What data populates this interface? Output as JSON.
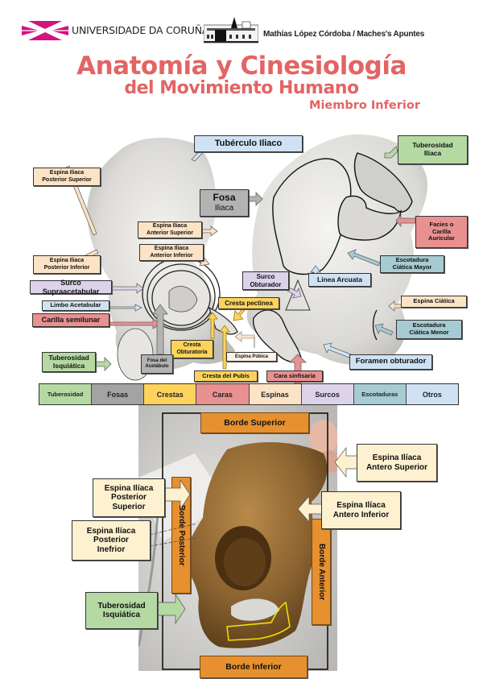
{
  "header": {
    "university": "UNIVERSIDADE DA CORUÑA",
    "author": "Mathías López Córdoba / Maches's Apuntes",
    "title_line1": "Anatomía y Cinesiología",
    "title_line2": "del Movimiento Humano",
    "subtitle": "Miembro Inferior",
    "logo_icon": "udc-logo-icon",
    "building_icon": "faculty-building-icon"
  },
  "colors": {
    "title": "#e36464",
    "logo": "#d4127e",
    "tuberosidad": "#b5d9a3",
    "fosas": "#b3b3b3",
    "crestas": "#fdd35c",
    "caras": "#e99090",
    "espinas": "#fde3c6",
    "surcos": "#dcd3eb",
    "escotaduras": "#a6cbd3",
    "otros": "#cfe2f3",
    "borde": "#e6902f",
    "outline_highlight": "#f2e600"
  },
  "diagram_labels": {
    "tuberculo_iliaco": "Tubérculo Iliaco",
    "tuberosidad_iliaca": "Tuberosidad\nIliaca",
    "espina_iliaca_post_sup": "Espina Iliaca\nPosterior Superior",
    "fosa_iliaca_title": "Fosa",
    "fosa_iliaca_sub": "Iliaca",
    "espina_iliaca_ant_sup": "Espina Iliaca\nAnterior Superior",
    "espina_iliaca_ant_inf": "Espina Iliaca\nAnterior Inferior",
    "espina_iliaca_post_inf": "Espina Iliaca\nPosterior Inferior",
    "facies_auricular": "Facies o\nCarilla\nAuricular",
    "escotadura_ciatica_mayor": "Escotadura\nCiática Mayor",
    "surco_obturador": "Surco\nObturador",
    "linea_arcuata": "Linea Arcuata",
    "surco_supraacetabular": "Surco Supraacetabular",
    "limbo_acetabular": "Limbo Acetabular",
    "cresta_pectinea": "Cresta pectinea",
    "espina_ciatica": "Espina Ciática",
    "carilla_semilunar": "Carilla semilunar",
    "escotadura_ciatica_menor": "Escotadura\nCiática Menor",
    "cresta_obturatoria": "Cresta\nObturatoria",
    "espina_pubica": "Espina Púbica",
    "tuberosidad_isquiatica": "Tuberosidad\nIsquiática",
    "fosa_acetabulo": "Fosa del\nAcetábulo",
    "cresta_pubis": "Cresta del Pubis",
    "cara_sinfisaria": "Cara sinfisaria",
    "foramen_obturador": "Foramen obturador"
  },
  "legend": [
    {
      "label": "Tuberosidad",
      "color": "#b5d9a3"
    },
    {
      "label": "Fosas",
      "color": "#b3b3b3"
    },
    {
      "label": "Crestas",
      "color": "#fdd35c"
    },
    {
      "label": "Caras",
      "color": "#e99090"
    },
    {
      "label": "Espinas",
      "color": "#fde3c6"
    },
    {
      "label": "Surcos",
      "color": "#dcd3eb"
    },
    {
      "label": "Escotaduras",
      "color": "#a6cbd3"
    },
    {
      "label": "Otros",
      "color": "#cfe2f3"
    }
  ],
  "photo_labels": {
    "borde_superior": "Borde Superior",
    "borde_inferior": "Borde Inferior",
    "borde_posterior": "Borde Posterior",
    "borde_anterior": "Borde Anterior",
    "espina_post_sup": "Espina Ilíaca\nPosterior\nSuperior",
    "espina_post_inf": "Espina Ilíaca\nPosterior\nInefrior",
    "tuberosidad_isquiatica": "Tuberosidad\nIsquiática",
    "espina_ant_sup": "Espina Ilíaca\nAntero Superior",
    "espina_ant_inf": "Espina Ilíaca\nAntero Inferior"
  }
}
